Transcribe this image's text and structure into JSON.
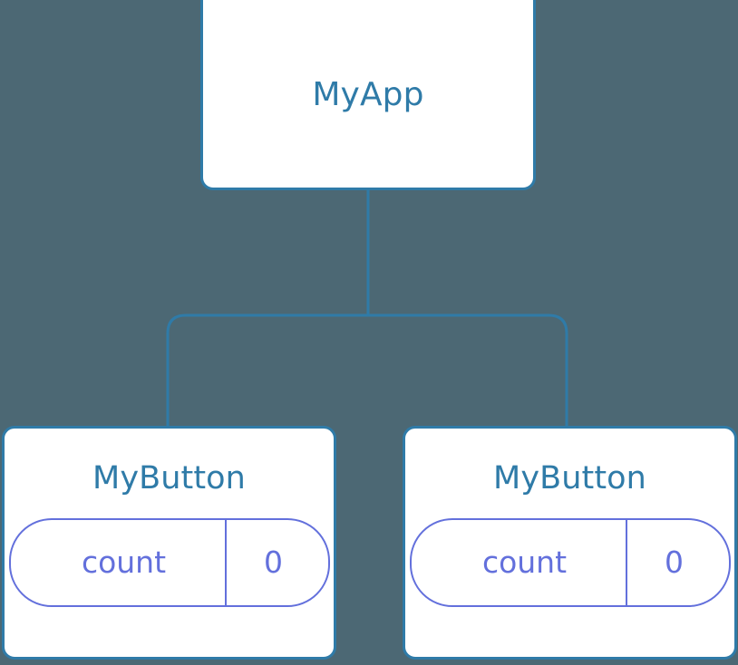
{
  "diagram": {
    "type": "component-tree",
    "background_color": "#4C6874",
    "node_border_color": "#2F7BA8",
    "node_fill_color": "#FFFFFF",
    "node_label_color": "#2F7BA8",
    "edge_color": "#2F7BA8",
    "state_accent_color": "#6370DC",
    "root": {
      "label": "MyApp"
    },
    "children": [
      {
        "label": "MyButton",
        "state": {
          "key": "count",
          "value": "0"
        }
      },
      {
        "label": "MyButton",
        "state": {
          "key": "count",
          "value": "0"
        }
      }
    ]
  }
}
